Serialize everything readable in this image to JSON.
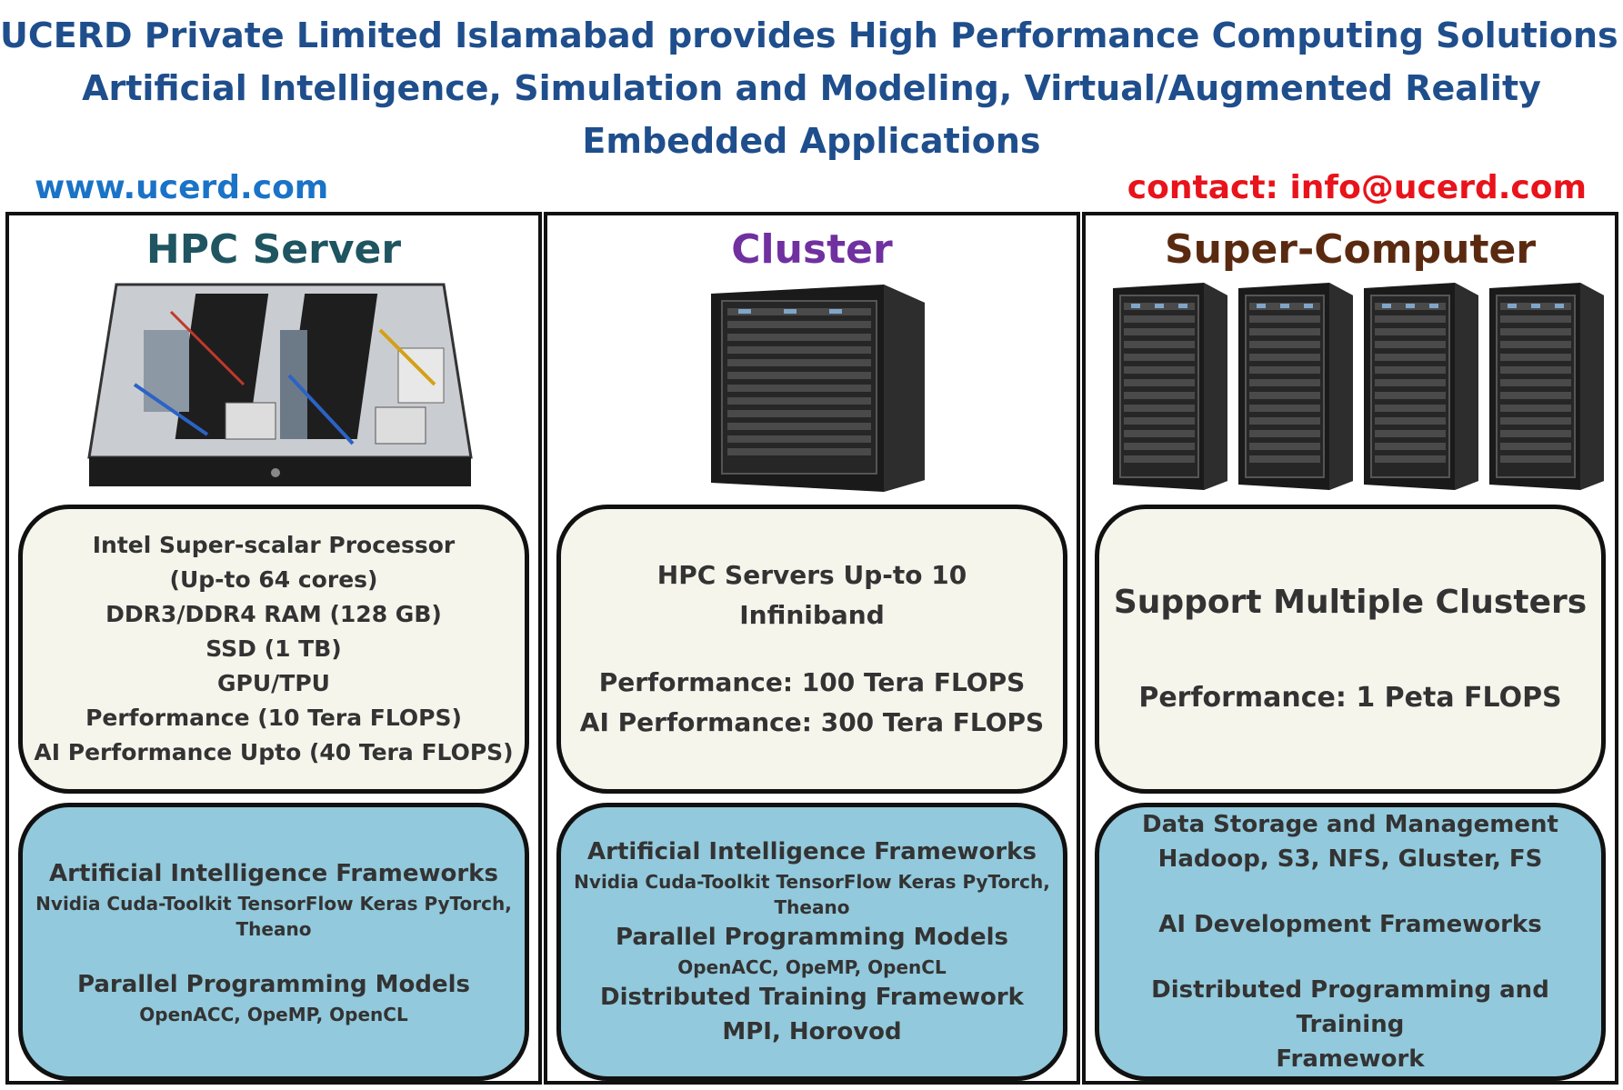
{
  "header": {
    "line1": "UCERD Private Limited Islamabad provides High Performance Computing Solutions for:",
    "line2": "Artificial Intelligence, Simulation and Modeling, Virtual/Augmented Reality",
    "line3": "Embedded Applications",
    "website": "www.ucerd.com",
    "contact": "contact: info@ucerd.com"
  },
  "columns": {
    "hpc_server": {
      "title": "HPC Server",
      "specs": [
        "Intel Super-scalar Processor",
        "(Up-to 64 cores)",
        "DDR3/DDR4 RAM (128 GB)",
        "SSD (1 TB)",
        "GPU/TPU",
        "Performance (10 Tera FLOPS)",
        "AI Performance Upto (40 Tera FLOPS)"
      ],
      "frameworks": {
        "ai_heading": "Artificial Intelligence Frameworks",
        "ai_list": "Nvidia Cuda-Toolkit TensorFlow Keras PyTorch,",
        "ai_list_2": "Theano",
        "parallel_heading": "Parallel Programming Models",
        "parallel_list": "OpenACC, OpeMP, OpenCL"
      }
    },
    "cluster": {
      "title": "Cluster",
      "specs": [
        "HPC Servers Up-to 10",
        "Infiniband",
        "Performance: 100 Tera FLOPS",
        "AI Performance: 300 Tera FLOPS"
      ],
      "frameworks": {
        "ai_heading": "Artificial Intelligence Frameworks",
        "ai_list": "Nvidia Cuda-Toolkit TensorFlow Keras PyTorch,",
        "ai_list_2": "Theano",
        "parallel_heading": "Parallel Programming Models",
        "parallel_list": "OpenACC, OpeMP, OpenCL",
        "dist_heading": "Distributed Training Framework",
        "dist_list": "MPI, Horovod"
      }
    },
    "super_computer": {
      "title": "Super-Computer",
      "specs": [
        "Support Multiple Clusters",
        "Performance: 1 Peta FLOPS"
      ],
      "frameworks": {
        "storage_heading": "Data Storage and Management",
        "storage_list": "Hadoop, S3, NFS, Gluster, FS",
        "ai_dev_heading": "AI Development Frameworks",
        "dist_heading": "Distributed Programming and Training",
        "dist_heading_2": "Framework"
      }
    }
  },
  "colors": {
    "headline": "#1f4e8c",
    "website": "#1a73c7",
    "contact": "#e8131b",
    "hpc_title": "#1f5560",
    "cluster_title": "#7030a0",
    "super_title": "#5a2a10",
    "spec_fill": "#f5f5ec",
    "framework_fill": "#92c9dc"
  },
  "icons": [
    "server-board-image",
    "rack-cabinet-image"
  ]
}
